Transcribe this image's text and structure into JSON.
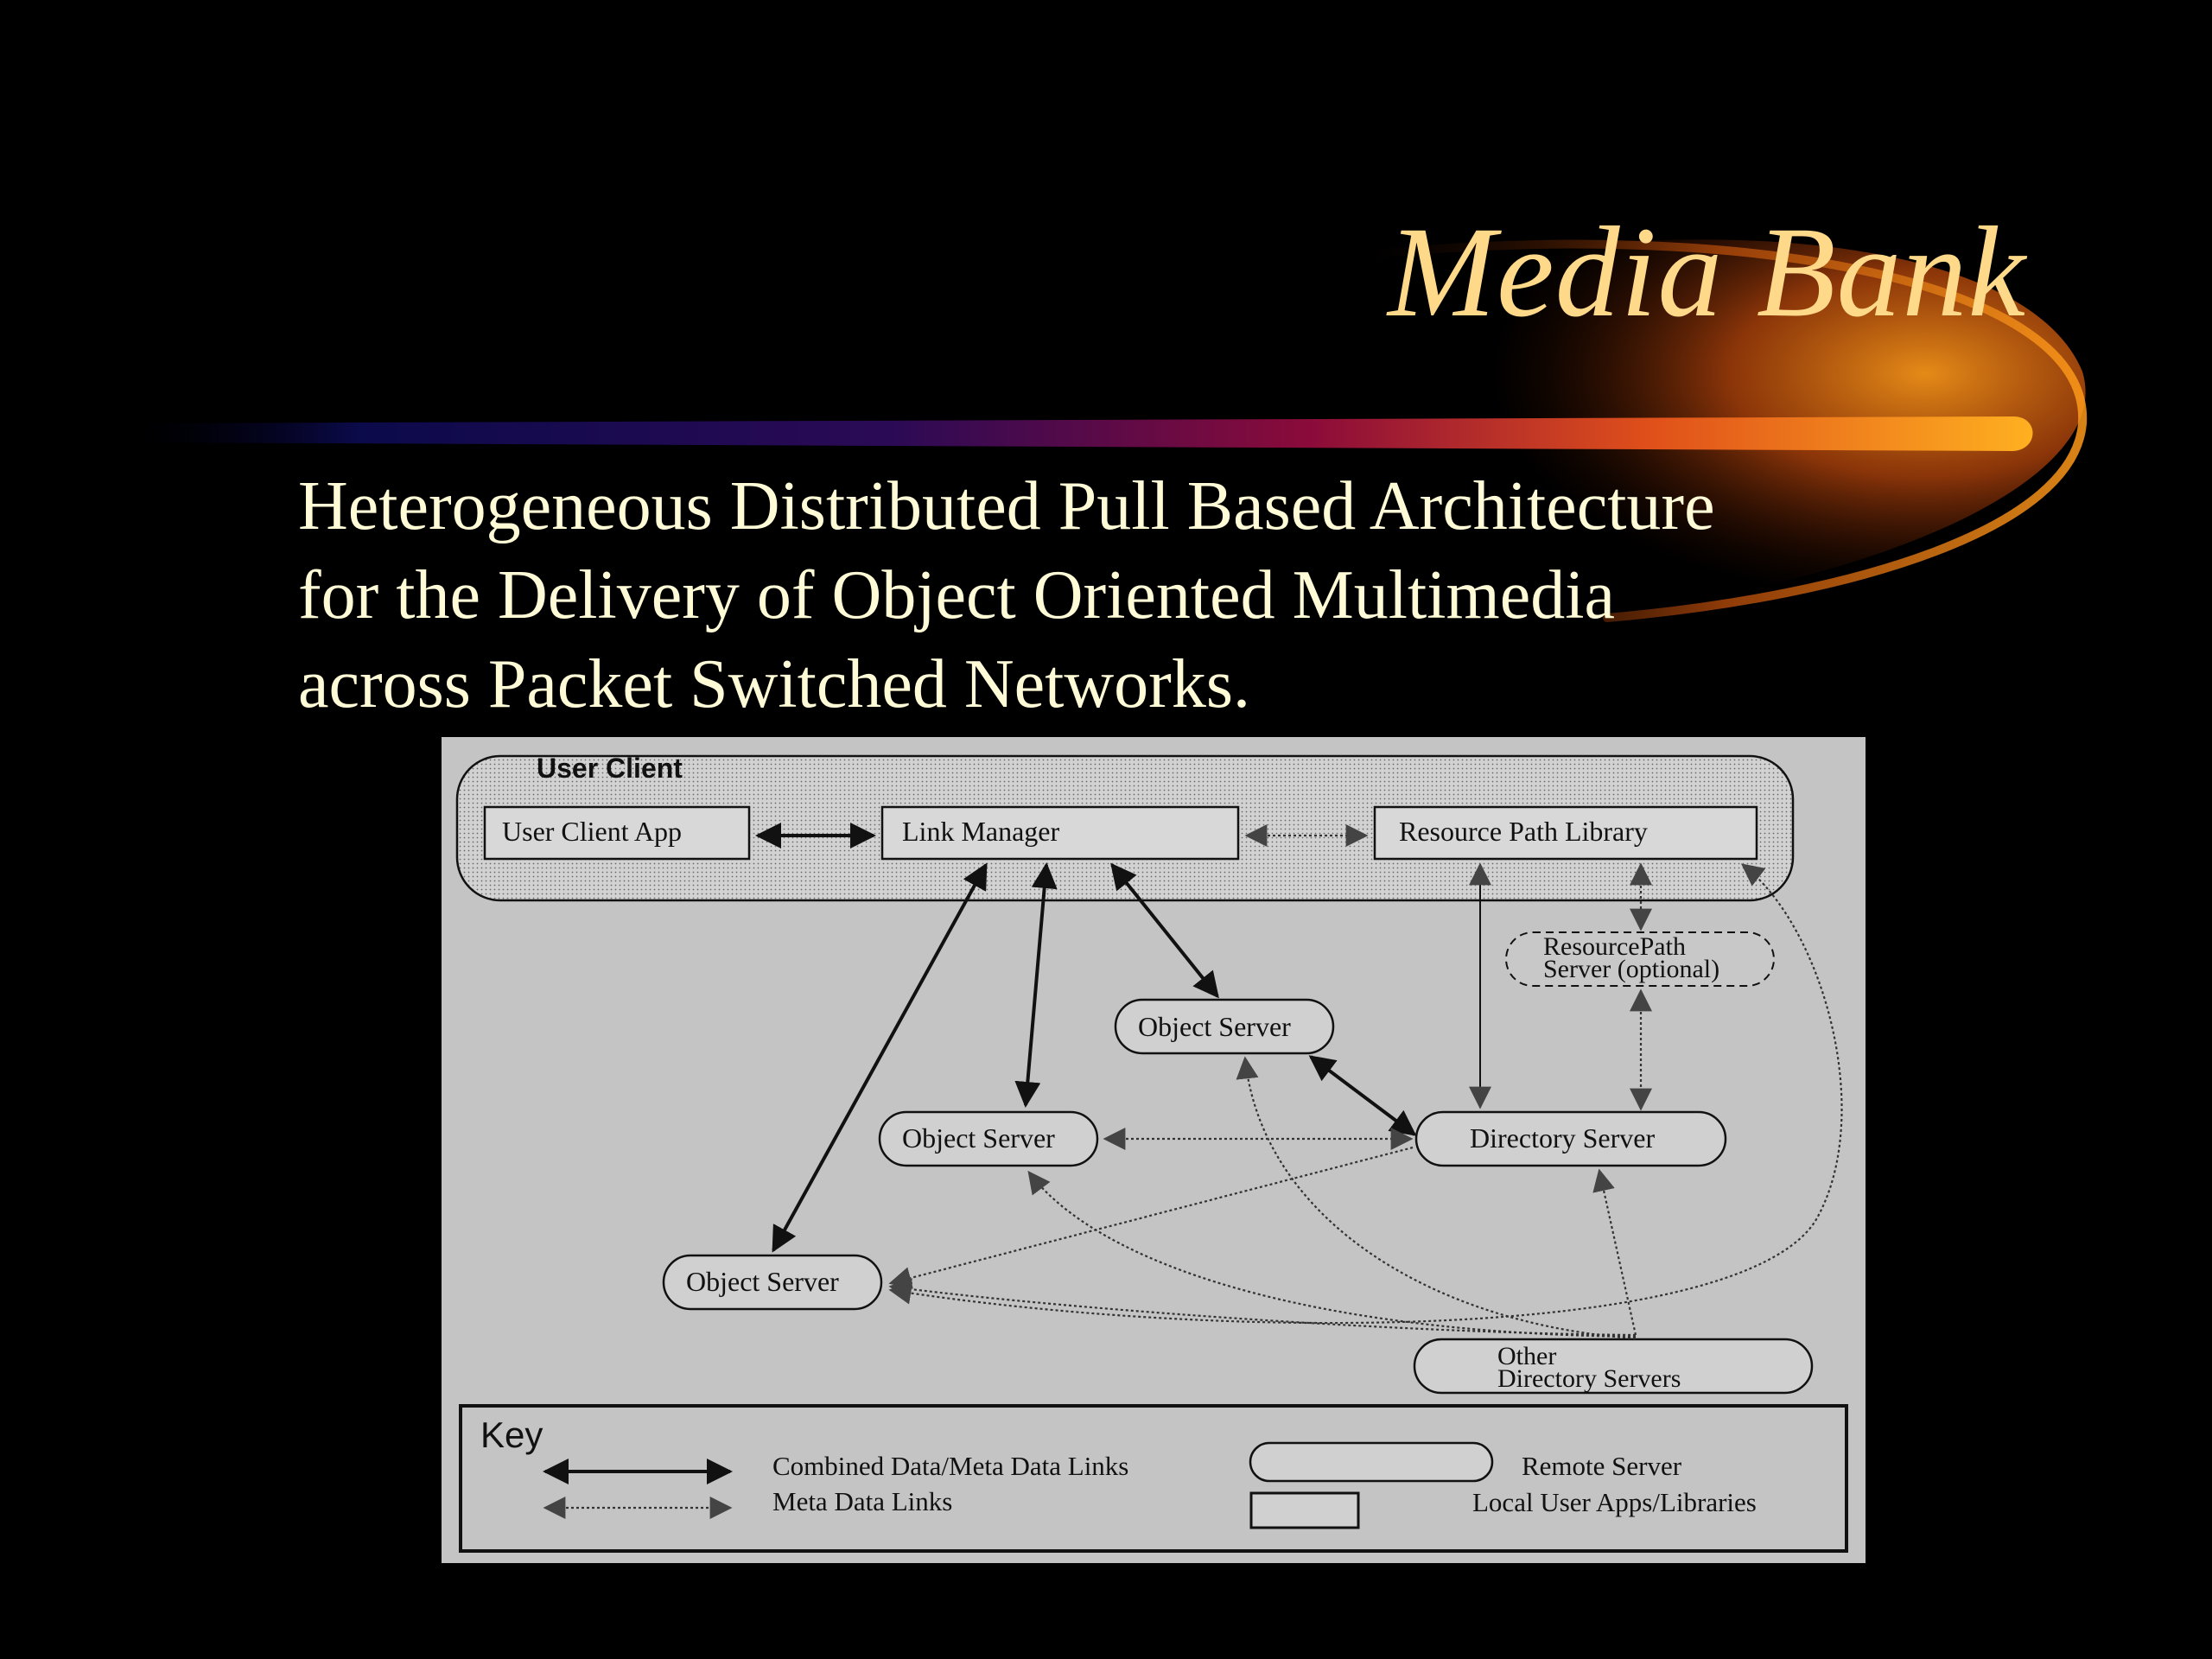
{
  "slide": {
    "title": "Media Bank",
    "subtitle_lines": [
      "Heterogeneous Distributed Pull Based Architecture",
      "for the Delivery of Object Oriented Multimedia",
      "across Packet Switched Networks."
    ]
  },
  "diagram": {
    "user_client_label": "User Client",
    "nodes": {
      "user_client_app": "User Client App",
      "link_manager": "Link Manager",
      "resource_path_library": "Resource Path Library",
      "resource_path_server_line1": "ResourcePath",
      "resource_path_server_line2": "Server (optional)",
      "object_server_top": "Object Server",
      "object_server_mid": "Object Server",
      "object_server_low": "Object Server",
      "directory_server": "Directory Server",
      "other_directory_line1": "Other",
      "other_directory_line2": "Directory Servers"
    },
    "key": {
      "title": "Key",
      "combined_links": "Combined Data/Meta Data Links",
      "meta_links": "Meta Data Links",
      "remote_server": "Remote Server",
      "local_apps": "Local User Apps/Libraries"
    }
  },
  "colors": {
    "title": "#ffd98a",
    "subtitle": "#fffbd6",
    "diagram_bg": "#c4c4c4",
    "ink": "#111111"
  }
}
